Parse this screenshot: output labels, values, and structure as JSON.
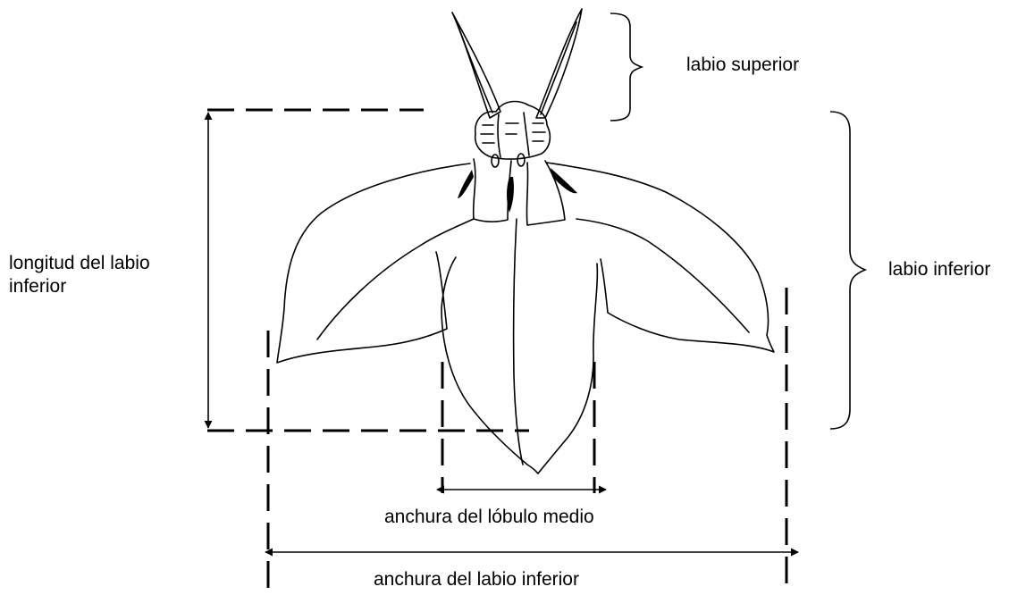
{
  "labels": {
    "upper_lip": "labio superior",
    "lower_lip": "labio inferior",
    "lower_lip_length_line1": "longitud del labio",
    "lower_lip_length_line2": "inferior",
    "middle_lobe_width": "anchura del lóbulo medio",
    "lower_lip_width": "anchura del labio inferior"
  },
  "colors": {
    "ink": "#000000",
    "background": "#ffffff"
  }
}
